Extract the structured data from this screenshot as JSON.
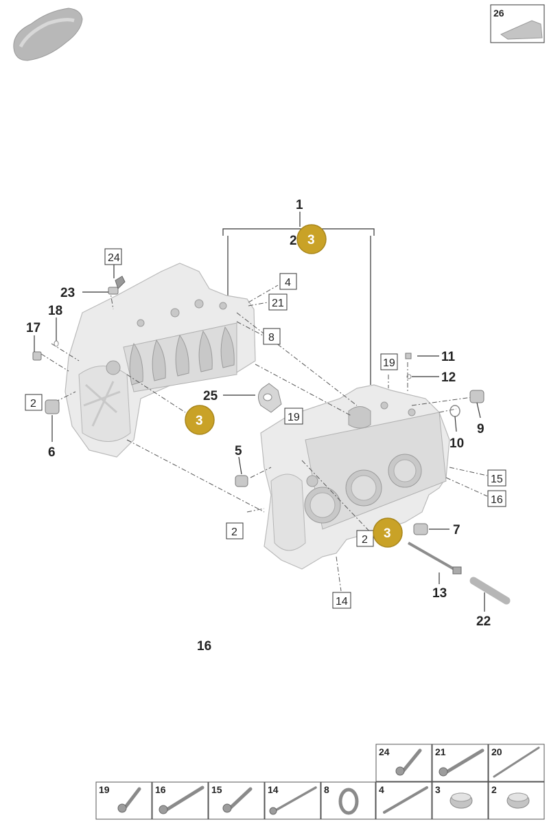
{
  "callouts": {
    "c1": "1",
    "c2_top": "2",
    "c3_top": "3",
    "c3_left": "3",
    "c3_right": "3",
    "c4": "4",
    "c21": "21",
    "c8": "8",
    "c24": "24",
    "c23": "23",
    "c18": "18",
    "c17": "17",
    "c2_left": "2",
    "c6": "6",
    "c25": "25",
    "c19_mid": "19",
    "c19_top": "19",
    "c11": "11",
    "c12": "12",
    "c9": "9",
    "c10": "10",
    "c5": "5",
    "c15": "15",
    "c16_right": "16",
    "c2_bottom": "2",
    "c2_bottom_right": "2",
    "c7": "7",
    "c13": "13",
    "c22": "22",
    "c14": "14",
    "c16_bottom": "16",
    "c26": "26"
  },
  "colors": {
    "accent_circle": "#c9a227",
    "accent_stroke": "#a8861c",
    "part_gray": "#ebebeb"
  },
  "legend": {
    "top_row": [
      "24",
      "21",
      "20"
    ],
    "bottom_row": [
      "19",
      "16",
      "15",
      "14",
      "8",
      "4",
      "3",
      "2"
    ]
  }
}
